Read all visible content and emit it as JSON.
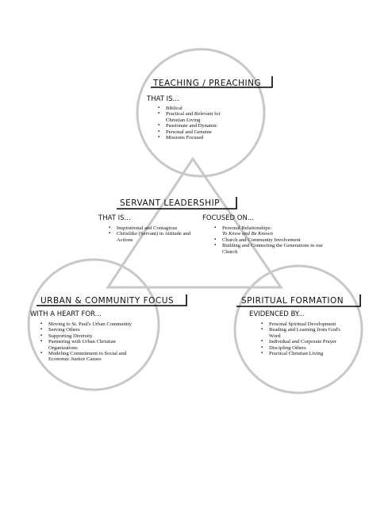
{
  "teaching": {
    "title": "TEACHING / PREACHING",
    "sub": "THAT IS...",
    "items": [
      "Biblical",
      "Practical and Relevant for Christian Living",
      "Passionate and Dynamic",
      "Personal and Genuine",
      "Missions Focused"
    ]
  },
  "servant": {
    "title": "SERVANT LEADERSHIP",
    "left_sub": "THAT IS...",
    "left_items": [
      "Inspirational and Contagious",
      "Christlike (Servant) in Attitude and Actions"
    ],
    "right_sub": "FOCUSED ON...",
    "right_item1": "Personal Relationships:",
    "right_item1_italic": "To Know and Be Known",
    "right_items": [
      "Church and Community Involvement",
      "Building and Connecting the Generations in our Church"
    ]
  },
  "urban": {
    "title": "URBAN & COMMUNITY FOCUS",
    "sub": "WITH A HEART FOR...",
    "items": [
      "Moving to St. Paul's Urban Community",
      "Serving Others",
      "Supporting Diversity",
      "Partnering with Urban Christian Organizations",
      "Modeling Commitment to Social and Economic Justice Causes"
    ]
  },
  "spiritual": {
    "title": "SPIRITUAL FORMATION",
    "sub": "EVIDENCED BY...",
    "items": [
      "Personal Spiritual Development",
      "Reading and Learning from God's Word",
      "Individual and Corporate Prayer",
      "Discipling Others",
      "Practical Christian Living"
    ]
  },
  "colors": {
    "outline": "#c8c8c8",
    "text": "#111111",
    "bracket": "#000000"
  }
}
